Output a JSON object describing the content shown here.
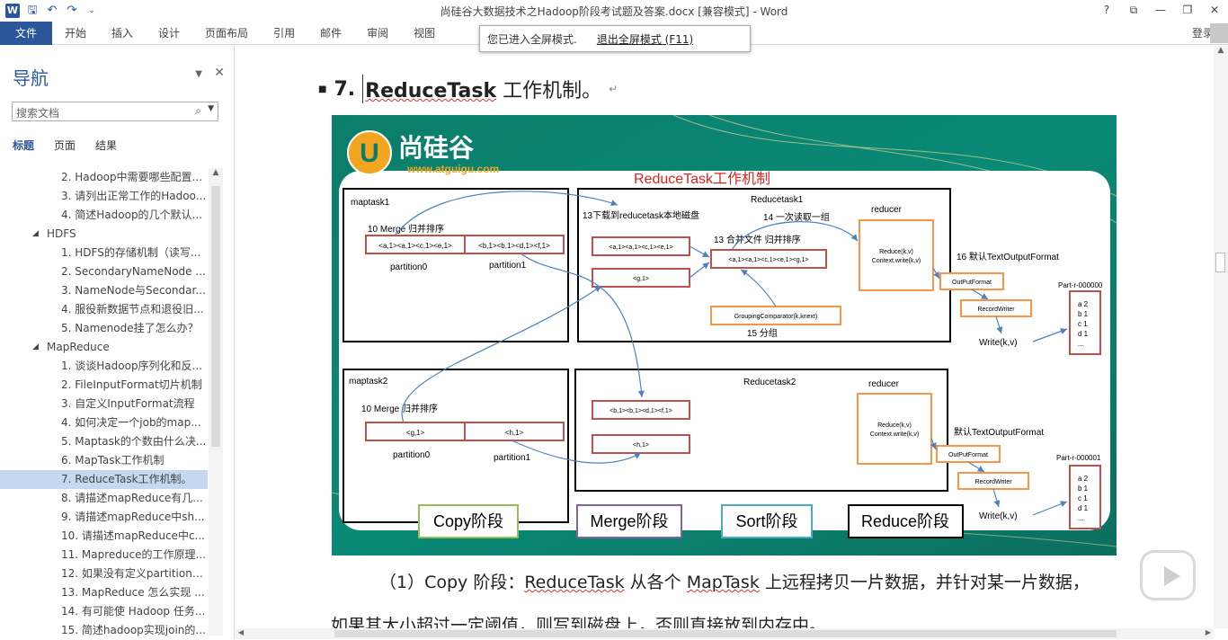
{
  "window": {
    "title": "尚硅谷大数据技术之Hadoop阶段考试题及答案.docx [兼容模式] - Word",
    "controls": [
      "?",
      "⧉",
      "—",
      "❐",
      "✕"
    ]
  },
  "ribbon": {
    "file": "文件",
    "tabs": [
      "开始",
      "插入",
      "设计",
      "页面布局",
      "引用",
      "邮件",
      "审阅",
      "视图"
    ],
    "login": "登录"
  },
  "toast": {
    "message": "您已进入全屏模式.",
    "exit": "退出全屏模式 (F11)"
  },
  "nav": {
    "title": "导航",
    "search_placeholder": "搜索文档",
    "tabs": [
      "标题",
      "页面",
      "结果"
    ],
    "items": [
      {
        "level": 2,
        "text": "2. Hadoop中需要哪些配置..."
      },
      {
        "level": 2,
        "text": "3. 请列出正常工作的Hadoo..."
      },
      {
        "level": 2,
        "text": "4. 简述Hadoop的几个默认..."
      },
      {
        "level": 1,
        "text": "HDFS"
      },
      {
        "level": 2,
        "text": "1. HDFS的存储机制（读写..."
      },
      {
        "level": 2,
        "text": "2. SecondaryNameNode ..."
      },
      {
        "level": 2,
        "text": "3. NameNode与Secondar..."
      },
      {
        "level": 2,
        "text": "4. 服役新数据节点和退役旧..."
      },
      {
        "level": 2,
        "text": "5. Namenode挂了怎么办？"
      },
      {
        "level": 1,
        "text": "MapReduce"
      },
      {
        "level": 2,
        "text": "1. 谈谈Hadoop序列化和反..."
      },
      {
        "level": 2,
        "text": "2. FileInputFormat切片机制"
      },
      {
        "level": 2,
        "text": "3. 自定义InputFormat流程"
      },
      {
        "level": 2,
        "text": "4. 如何决定一个job的map..."
      },
      {
        "level": 2,
        "text": "5. Maptask的个数由什么决..."
      },
      {
        "level": 2,
        "text": "6. MapTask工作机制"
      },
      {
        "level": 2,
        "text": "7. ReduceTask工作机制。",
        "selected": true
      },
      {
        "level": 2,
        "text": "8. 请描述mapReduce有几..."
      },
      {
        "level": 2,
        "text": "9. 请描述mapReduce中sh..."
      },
      {
        "level": 2,
        "text": "10. 请描述mapReduce中c..."
      },
      {
        "level": 2,
        "text": "11. Mapreduce的工作原理..."
      },
      {
        "level": 2,
        "text": "12. 如果没有定义partitione..."
      },
      {
        "level": 2,
        "text": "13. MapReduce 怎么实现 ..."
      },
      {
        "level": 2,
        "text": "14. 有可能使 Hadoop 任务..."
      },
      {
        "level": 2,
        "text": "15. 简述hadoop实现join的..."
      }
    ]
  },
  "doc": {
    "heading_num": "7.",
    "heading_en": "ReduceTask",
    "heading_cn": " 工作机制。",
    "para1_a": "（1）Copy 阶段：",
    "para1_b": "ReduceTask",
    "para1_c": " 从各个 ",
    "para1_d": "MapTask",
    "para1_e": " 上远程拷贝一片数据，并针对某一片数据，",
    "para2": "如果其大小超过一定阈值，则写到磁盘上，否则直接放到内存中。"
  },
  "diagram": {
    "logo_cn": "尚硅谷",
    "logo_url": "www.atguigu.com",
    "title": "ReduceTask工作机制",
    "maptask1": "maptask1",
    "maptask2": "maptask2",
    "merge_label": "10 Merge 归并排序",
    "m1_p0": "<a,1><a,1><c,1><e,1>",
    "m1_p1": "<b,1><b,1><d,1><f,1>",
    "m2_p0": "<g,1>",
    "m2_p1": "<h,1>",
    "partition0": "partition0",
    "partition1": "partition1",
    "reducetask1": "Reducetask1",
    "reducetask2": "Reducetask2",
    "download": "13下载到reducetask本地磁盘",
    "merge_file": "13 合并文件 归并排序",
    "read_group": "14 一次读取一组",
    "r1_a": "<a,1><a,1><c,1><e,1>",
    "r1_g": "<g,1>",
    "r1_merged": "<a,1><a,1><c,1><e,1><g,1>",
    "grouping": "GroupingComparator(k,knext)",
    "group_step": "15 分组",
    "reducer": "reducer",
    "reduce_call": "Reduce(k,v)",
    "context_write": "Context.write(k,v)",
    "default_out": "16 默认TextOutputFormat",
    "default_out2": "默认TextOutputFormat",
    "outputformat": "OutPutFormat",
    "recordwriter": "RecordWriter",
    "write_kv": "Write(k,v)",
    "part0": "Part-r-000000",
    "part1": "Part-r-000001",
    "part_lines": [
      "a 2",
      "b 1",
      "c 1",
      "d 1",
      "..."
    ],
    "r2_b": "<b,1><b,1><d,1><f,1>",
    "r2_h": "<h,1>",
    "stages": [
      "Copy阶段",
      "Merge阶段",
      "Sort阶段",
      "Reduce阶段"
    ],
    "stage_colors": [
      "#9bbb59",
      "#8064a2",
      "#4bacc6",
      "#000000"
    ]
  }
}
